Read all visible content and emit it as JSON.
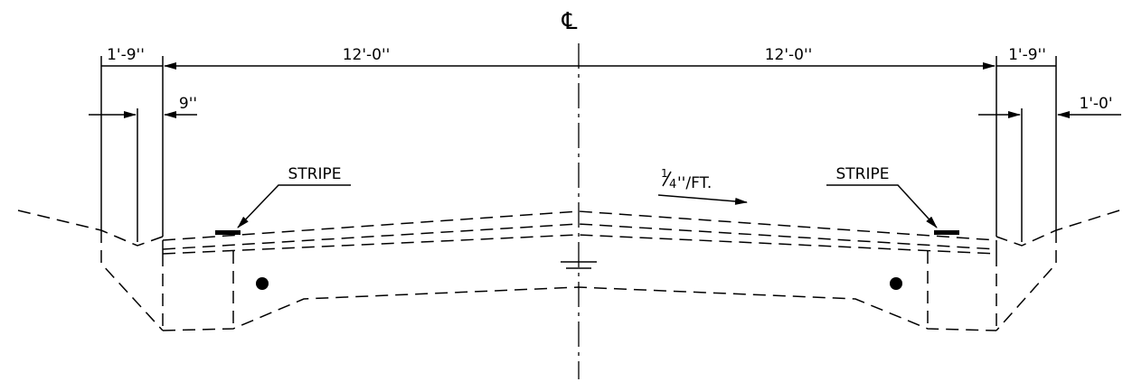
{
  "drawing": {
    "centerline_symbol": "℄",
    "dim_left_overhang": "1'-9''",
    "dim_left_lane": "12'-0''",
    "dim_right_lane": "12'-0''",
    "dim_right_overhang": "1'-9''",
    "dim_left_offset": "9''",
    "dim_right_offset": "1'-0'",
    "stripe_left": "STRIPE",
    "stripe_right": "STRIPE",
    "slope_numerator": "1",
    "slope_denominator": "4",
    "slope_units": "''/FT."
  }
}
